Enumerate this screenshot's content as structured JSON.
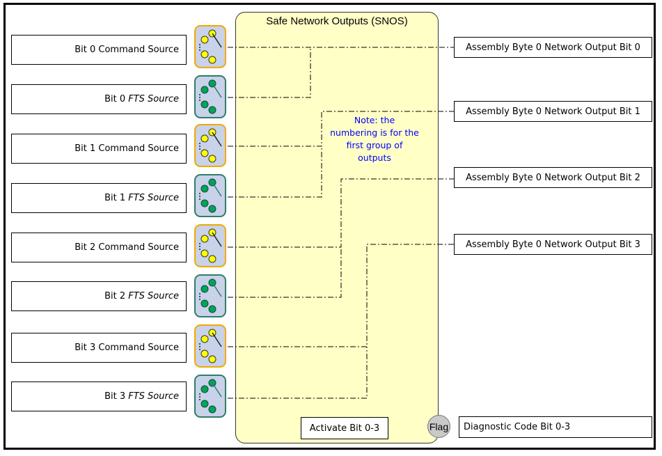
{
  "diagram": {
    "block_title": "Safe Network Outputs (SNOS)",
    "note": "Note: the numbering is for the first group of outputs",
    "note_lines": [
      "Note: the",
      "numbering is for the",
      "first group of",
      "outputs"
    ],
    "inputs": [
      {
        "label": "Bit 0 Command Source",
        "prefix": "Bit 0",
        "italic": "",
        "type": "command"
      },
      {
        "label": "Bit 0 FTS Source",
        "prefix": "Bit 0",
        "italic": "FTS Source",
        "type": "fts"
      },
      {
        "label": "Bit 1 Command Source",
        "prefix": "Bit 1",
        "italic": "",
        "type": "command"
      },
      {
        "label": "Bit 1 FTS Source",
        "prefix": "Bit 1",
        "italic": "FTS Source",
        "type": "fts"
      },
      {
        "label": "Bit 2 Command Source",
        "prefix": "Bit 2",
        "italic": "",
        "type": "command"
      },
      {
        "label": "Bit 2 FTS Source",
        "prefix": "Bit 2",
        "italic": "FTS Source",
        "type": "fts"
      },
      {
        "label": "Bit 3 Command Source",
        "prefix": "Bit 3",
        "italic": "",
        "type": "command"
      },
      {
        "label": "Bit 3 FTS Source",
        "prefix": "Bit 3",
        "italic": "FTS Source",
        "type": "fts"
      }
    ],
    "outputs": [
      "Assembly Byte 0 Network Output Bit 0",
      "Assembly Byte 0 Network Output Bit 1",
      "Assembly Byte 0 Network Output Bit 2",
      "Assembly Byte 0 Network Output Bit 3"
    ],
    "activate_label": "Activate Bit 0-3",
    "flag_label": "Flag",
    "diagnostic_label": "Diagnostic Code Bit 0-3",
    "colors": {
      "block_fill": "#ffffc6",
      "command_switch_border": "#f2a900",
      "command_switch_dots": "#ffff00",
      "fts_switch_border": "#2f7d6a",
      "fts_switch_dots": "#00a651",
      "switch_fill": "#c8d2e8",
      "note_text": "#0000ff"
    },
    "icons": {
      "command": "yellow-switch-icon",
      "fts": "green-switch-icon"
    }
  }
}
